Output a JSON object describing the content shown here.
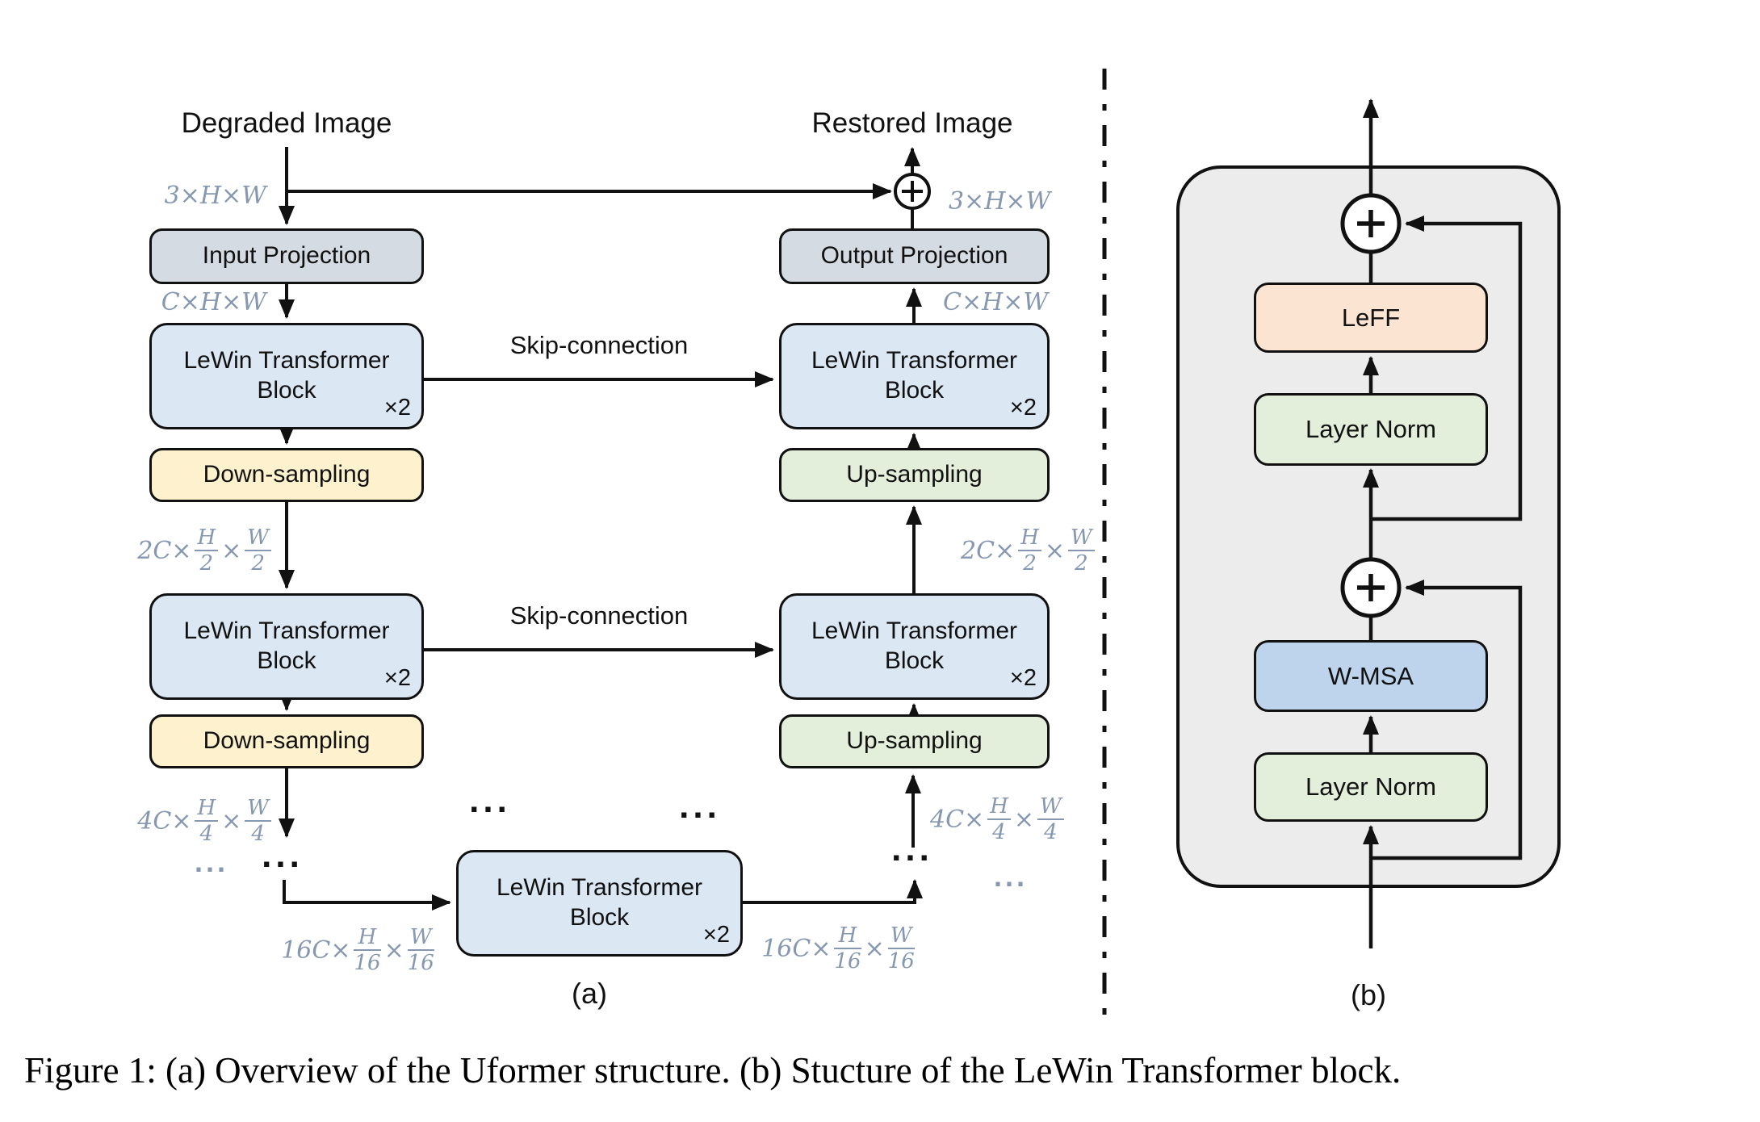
{
  "panel_a": {
    "label": "(a)",
    "degraded_title": "Degraded Image",
    "restored_title": "Restored Image",
    "skip1": "Skip-connection",
    "skip2": "Skip-connection",
    "encoder": {
      "input_projection": "Input Projection",
      "lewin1": {
        "line1": "LeWin Transformer",
        "line2": "Block",
        "mult": "×2"
      },
      "down1": "Down-sampling",
      "lewin2": {
        "line1": "LeWin Transformer",
        "line2": "Block",
        "mult": "×2"
      },
      "down2": "Down-sampling"
    },
    "bottleneck": {
      "line1": "LeWin Transformer",
      "line2": "Block",
      "mult": "×2"
    },
    "decoder": {
      "output_projection": "Output Projection",
      "lewin1": {
        "line1": "LeWin Transformer",
        "line2": "Block",
        "mult": "×2"
      },
      "up1": "Up-sampling",
      "lewin2": {
        "line1": "LeWin Transformer",
        "line2": "Block",
        "mult": "×2"
      },
      "up2": "Up-sampling"
    },
    "dims": {
      "in": "3×H×W",
      "out": "3×H×W",
      "c_in": "C×H×W",
      "c_out": "C×H×W",
      "l2_left": {
        "pre": "2C×",
        "n1": "H",
        "d1": "2",
        "mid": "×",
        "n2": "W",
        "d2": "2"
      },
      "l4_left": {
        "pre": "4C×",
        "n1": "H",
        "d1": "4",
        "mid": "×",
        "n2": "W",
        "d2": "4"
      },
      "l16_left": {
        "pre": "16C×",
        "n1": "H",
        "d1": "16",
        "mid": "×",
        "n2": "W",
        "d2": "16"
      },
      "l16_right": {
        "pre": "16C×",
        "n1": "H",
        "d1": "16",
        "mid": "×",
        "n2": "W",
        "d2": "16"
      },
      "l4_right": {
        "pre": "4C×",
        "n1": "H",
        "d1": "4",
        "mid": "×",
        "n2": "W",
        "d2": "4"
      },
      "l2_right": {
        "pre": "2C×",
        "n1": "H",
        "d1": "2",
        "mid": "×",
        "n2": "W",
        "d2": "2"
      }
    },
    "ellipsis_black": "...",
    "ellipsis_gray": "..."
  },
  "panel_b": {
    "label": "(b)",
    "leff": "LeFF",
    "layer_norm_top": "Layer Norm",
    "w_msa": "W-MSA",
    "layer_norm_bottom": "Layer Norm"
  },
  "caption": "Figure 1: (a) Overview of the Uformer structure. (b) Stucture of the LeWin Transformer block.",
  "colors": {
    "projection_fill": "#d5dbe3",
    "lewin_fill": "#dbe7f3",
    "down_fill": "#fdf2cd",
    "up_fill": "#e3efda",
    "layer_norm_fill": "#e3efda",
    "wmsa_fill": "#bed4ec",
    "leff_fill": "#fce4d3",
    "container_fill": "#ececec",
    "dim_label": "#8597b1",
    "line": "#111111"
  }
}
